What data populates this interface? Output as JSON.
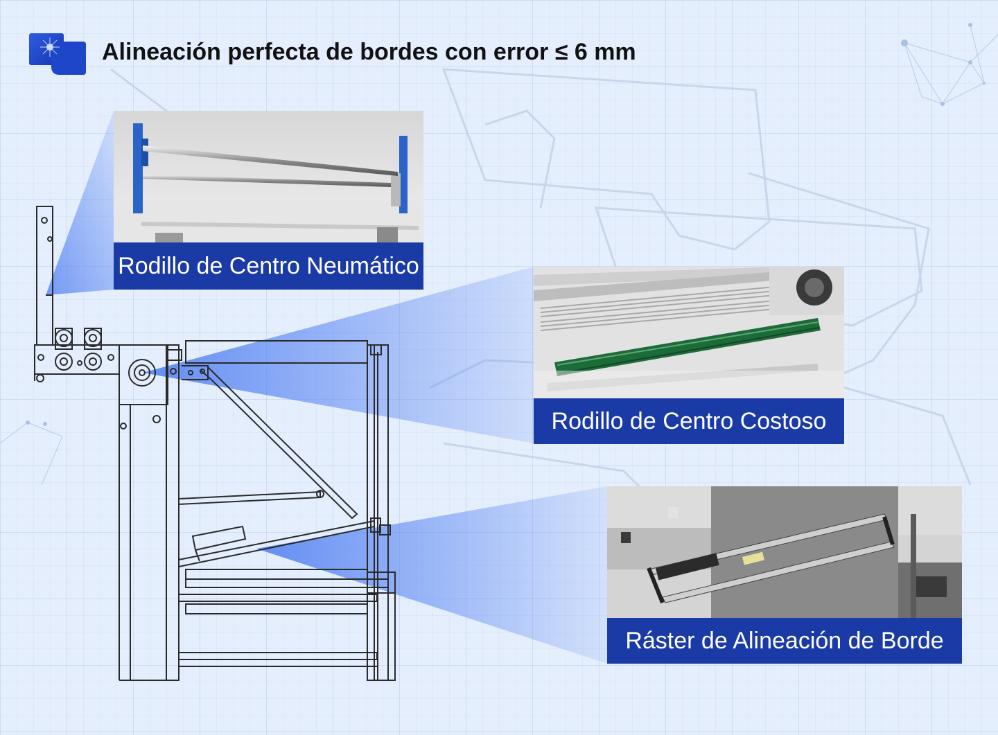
{
  "header": {
    "title": "Alineación perfecta de bordes con error ≤ 6 mm",
    "logo_icon": "brand-logo-icon"
  },
  "callouts": [
    {
      "label": "Rodillo de Centro Neumático",
      "photo": "pneumatic-center-roller-photo"
    },
    {
      "label": "Rodillo de Centro Costoso",
      "photo": "center-roller-photo"
    },
    {
      "label": "Ráster de Alineación de Borde",
      "photo": "edge-alignment-frame-photo"
    }
  ],
  "colors": {
    "accent": "#1a3aa6",
    "background": "#e4eefc",
    "beam": "#4d7cf2",
    "drawing_line": "#2a2a2a",
    "roller_green": "#1e6b3a"
  }
}
